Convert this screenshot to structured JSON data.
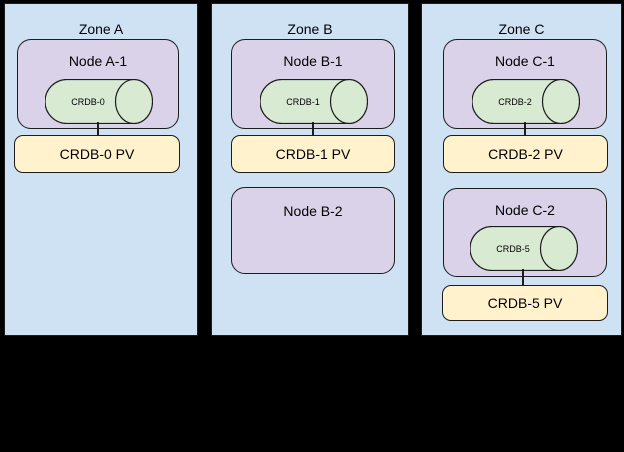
{
  "colors": {
    "background": "#000000",
    "zone_fill": "#cfe2f3",
    "node_fill": "#d9d2e9",
    "pod_fill": "#d9ead3",
    "pv_fill": "#fff2cc",
    "border": "#1c1c1c"
  },
  "zones": [
    {
      "label": "Zone A",
      "nodes": [
        {
          "label": "Node A-1",
          "pod": "CRDB-0",
          "pv": "CRDB-0 PV"
        }
      ]
    },
    {
      "label": "Zone B",
      "nodes": [
        {
          "label": "Node B-1",
          "pod": "CRDB-1",
          "pv": "CRDB-1 PV"
        },
        {
          "label": "Node B-2"
        }
      ]
    },
    {
      "label": "Zone C",
      "nodes": [
        {
          "label": "Node C-1",
          "pod": "CRDB-2",
          "pv": "CRDB-2 PV"
        },
        {
          "label": "Node C-2",
          "pod": "CRDB-5",
          "pv": "CRDB-5 PV"
        }
      ]
    }
  ]
}
